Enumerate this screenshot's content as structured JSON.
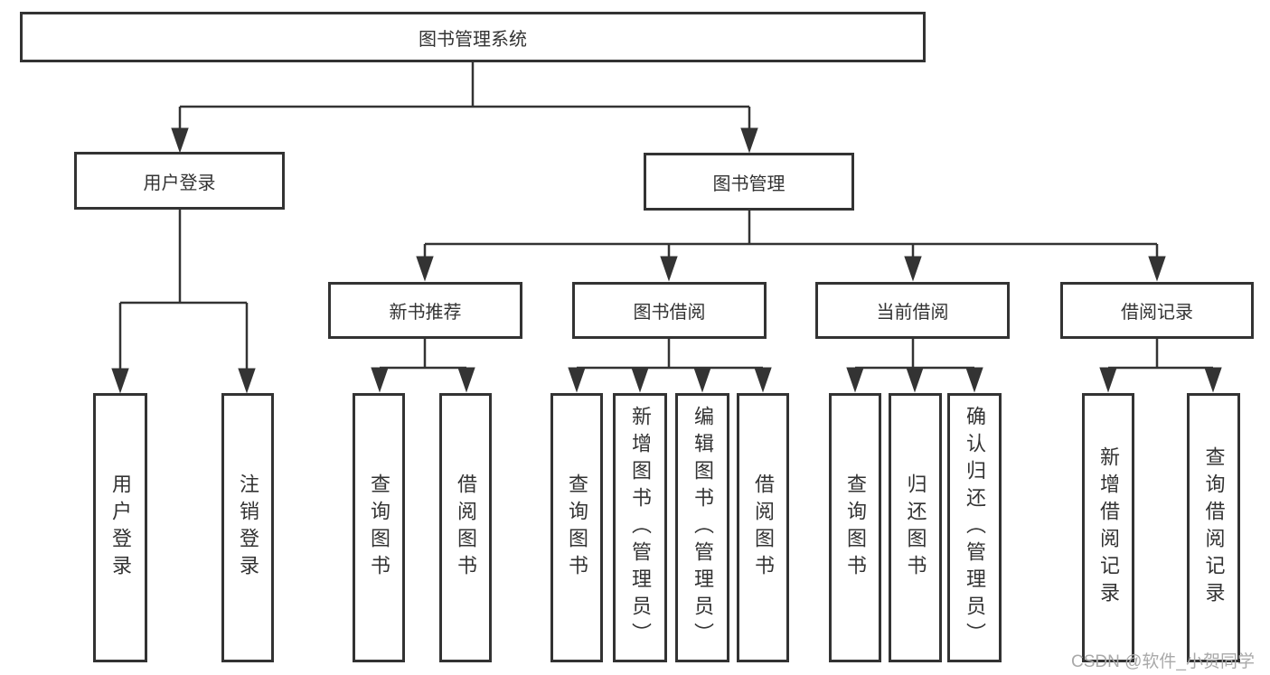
{
  "colors": {
    "line": "#333333",
    "box_border": "#333333",
    "text": "#333333",
    "watermark": "#a9a9a9",
    "background": "#ffffff"
  },
  "watermark": "CSDN @软件_小贺同学",
  "tree": {
    "root": {
      "label": "图书管理系统"
    },
    "branches": [
      {
        "label": "用户登录",
        "children": [
          {
            "label": "用户登录"
          },
          {
            "label": "注销登录"
          }
        ]
      },
      {
        "label": "图书管理",
        "children": [
          {
            "label": "新书推荐",
            "children": [
              {
                "label": "查询图书"
              },
              {
                "label": "借阅图书"
              }
            ]
          },
          {
            "label": "图书借阅",
            "children": [
              {
                "label": "查询图书"
              },
              {
                "label": "新增图书（管理员）"
              },
              {
                "label": "编辑图书（管理员）"
              },
              {
                "label": "借阅图书"
              }
            ]
          },
          {
            "label": "当前借阅",
            "children": [
              {
                "label": "查询图书"
              },
              {
                "label": "归还图书"
              },
              {
                "label": "确认归还（管理员）"
              }
            ]
          },
          {
            "label": "借阅记录",
            "children": [
              {
                "label": "新增借阅记录"
              },
              {
                "label": "查询借阅记录"
              }
            ]
          }
        ]
      }
    ]
  }
}
